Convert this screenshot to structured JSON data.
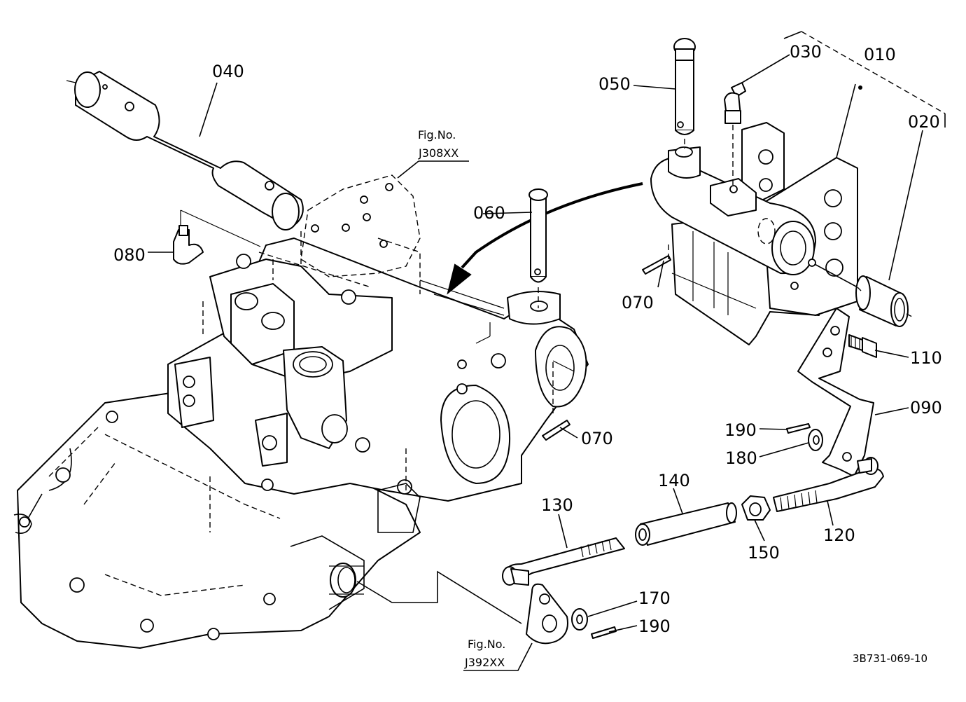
{
  "drawing_code": "3B731-069-10",
  "callouts": {
    "p040": "040",
    "p050": "050",
    "p030": "030",
    "p010": "010",
    "p020": "020",
    "p060": "060",
    "p080": "080",
    "p070a": "070",
    "p070b": "070",
    "p110": "110",
    "p090": "090",
    "p190a": "190",
    "p180": "180",
    "p140": "140",
    "p130": "130",
    "p120": "120",
    "p150": "150",
    "p170": "170",
    "p190b": "190"
  },
  "figure_refs": {
    "upper": {
      "prefix": "Fig.No.",
      "number": "J308XX"
    },
    "lower": {
      "prefix": "Fig.No.",
      "number": "J392XX"
    }
  }
}
